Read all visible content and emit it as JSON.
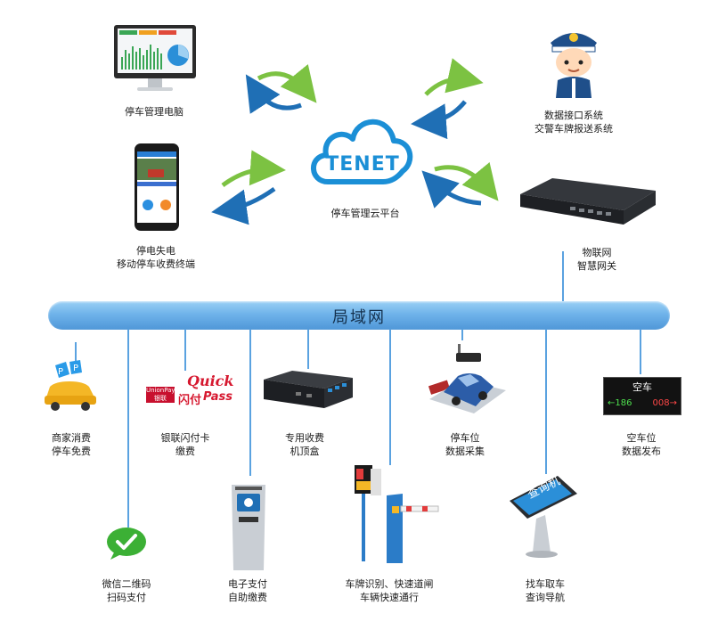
{
  "cloud": {
    "logo": "TENET",
    "label": "停车管理云平台"
  },
  "lan": {
    "label": "局域网"
  },
  "top_nodes": {
    "pc": {
      "label": "停车管理电脑"
    },
    "mobile": {
      "line1": "停电失电",
      "line2": "移动停车收费终端"
    },
    "police": {
      "line1": "数据接口系统",
      "line2": "交警车牌报送系统"
    },
    "gateway": {
      "line1": "物联网",
      "line2": "智慧网关"
    }
  },
  "bottom_nodes": {
    "merchant": {
      "line1": "商家消费",
      "line2": "停车免费"
    },
    "unionpay": {
      "line1": "银联闪付卡",
      "line2": "缴费",
      "logo_left": "UnionPay",
      "logo_left_sub": "银联",
      "logo_quick": "Quick",
      "logo_pass": "Pass",
      "logo_cn": "闪付"
    },
    "box": {
      "line1": "专用收费",
      "line2": "机顶盒"
    },
    "collect": {
      "line1": "停车位",
      "line2": "数据采集"
    },
    "publish": {
      "line1": "空车位",
      "line2": "数据发布",
      "display_title": "空车",
      "display_left": "←186",
      "display_right": "008→"
    },
    "wechat": {
      "line1": "微信二维码",
      "line2": "扫码支付"
    },
    "kiosk": {
      "line1": "电子支付",
      "line2": "自助缴费"
    },
    "gate": {
      "line1": "车牌识别、快速道闸",
      "line2": "车辆快速通行"
    },
    "query": {
      "line1": "找车取车",
      "line2": "查询导航",
      "screen": "查询机"
    }
  },
  "colors": {
    "arrow_green": "#7cc242",
    "arrow_blue": "#1f6fb5",
    "bus": "#6fb3ea",
    "cloud": "#1b8fd6"
  }
}
